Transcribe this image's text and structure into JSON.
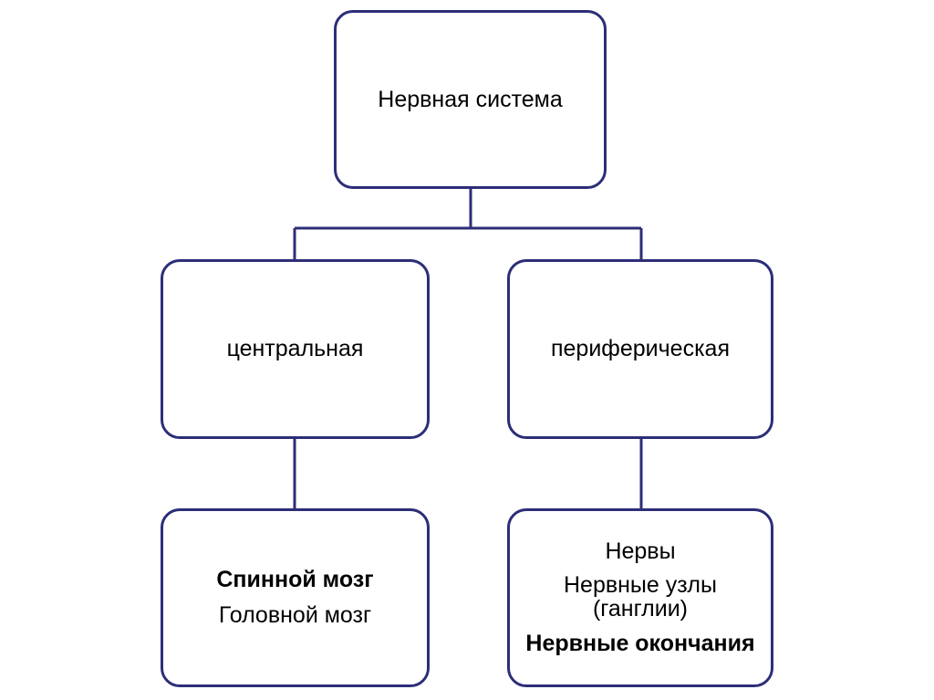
{
  "diagram": {
    "type": "hierarchy-tree",
    "title": "Нервная система",
    "accent_color": "#2d2e78",
    "background_color": "#ffffff",
    "text_color": "#000000",
    "nodes": {
      "root": {
        "lines": [
          "Нервная система"
        ],
        "level": 0
      },
      "central": {
        "lines": [
          "центральная"
        ],
        "level": 1
      },
      "peripheral": {
        "lines": [
          "периферическая"
        ],
        "level": 1
      },
      "cns_organs": {
        "lines": [
          "Спинной мозг",
          "Головной мозг"
        ],
        "level": 2
      },
      "pns_organs": {
        "lines": [
          "Нервы",
          "Нервные узлы",
          "(ганглии)",
          "Нервные окончания"
        ],
        "level": 2
      }
    }
  }
}
